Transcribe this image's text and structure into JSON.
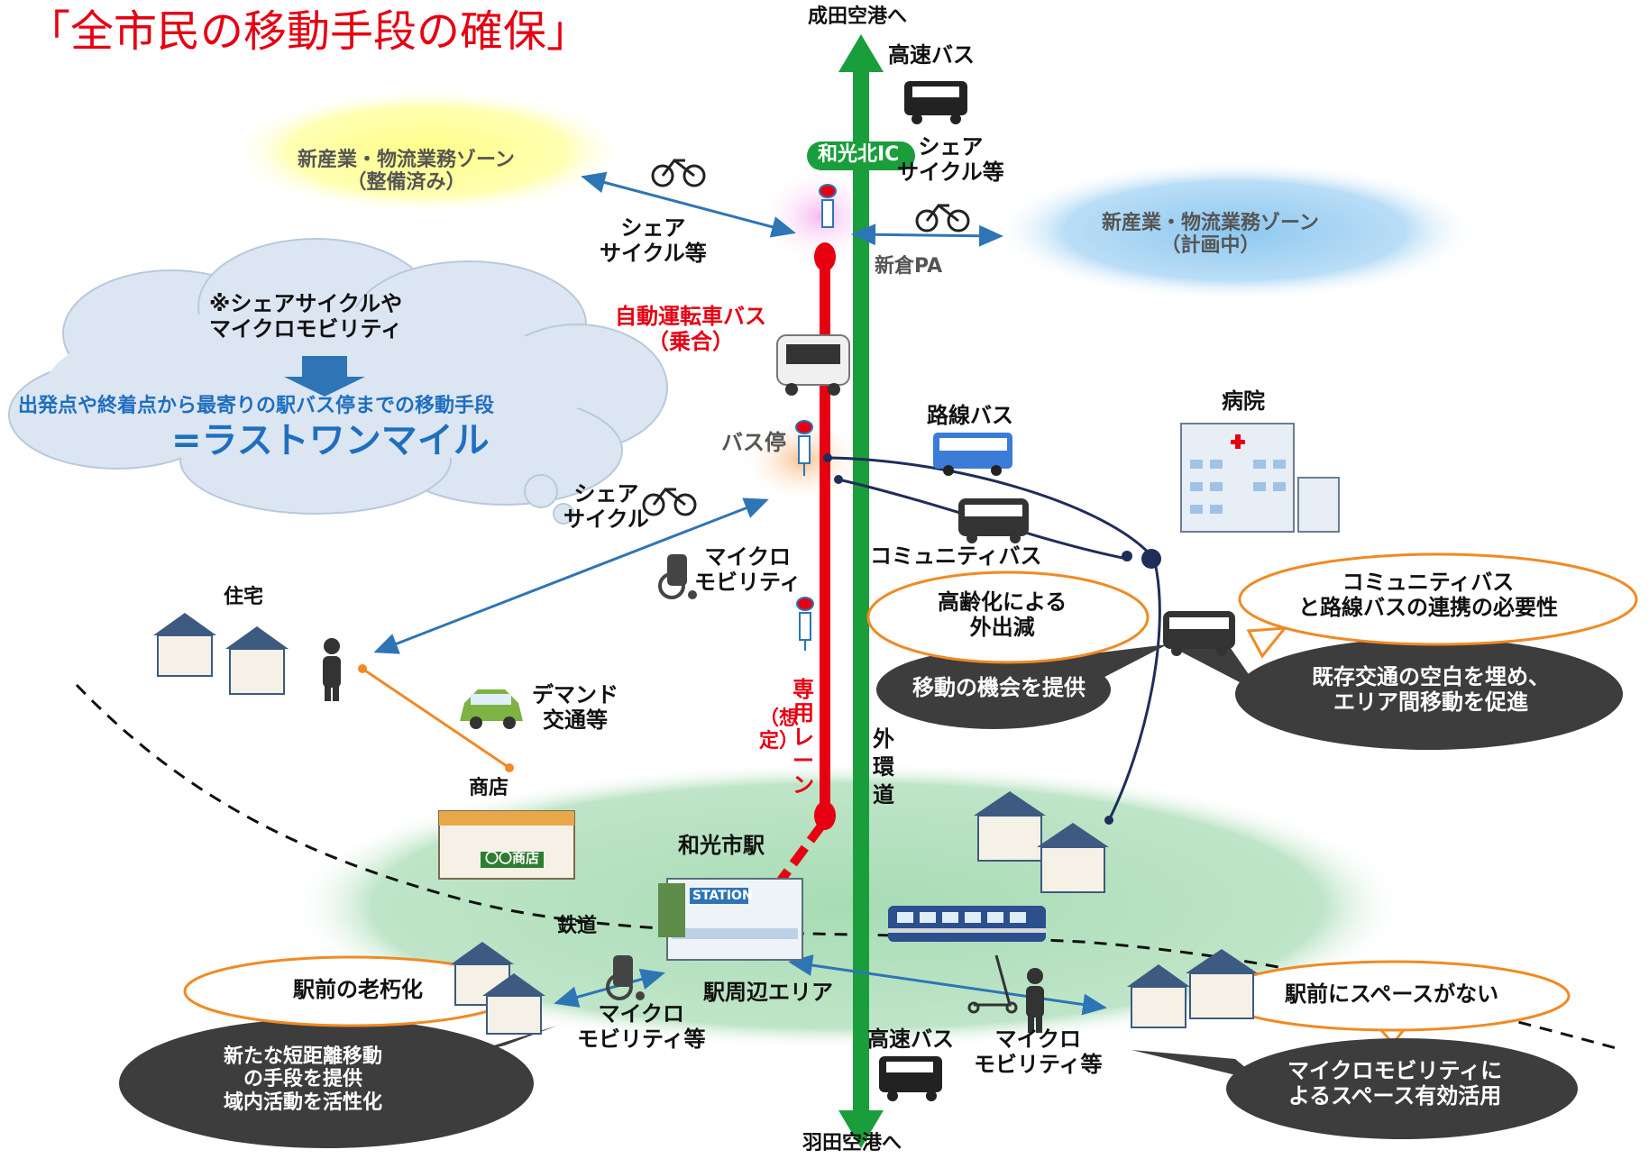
{
  "title": "「全市民の移動手段の確保」",
  "airports": {
    "north": "成田空港へ",
    "south": "羽田空港へ"
  },
  "road_labels": {
    "ic": "和光北IC",
    "pa": "新倉PA",
    "outer_ring_lines": [
      "外",
      "環",
      "道"
    ],
    "railway": "鉄道"
  },
  "zones": {
    "left": {
      "line1": "新産業・物流業務ゾーン",
      "line2": "（整備済み）"
    },
    "right": {
      "line1": "新産業・物流業務ゾーン",
      "line2": "（計画中）"
    }
  },
  "transport": {
    "highway_bus_top": "高速バス",
    "highway_bus_bottom": "高速バス",
    "share_cycle_right": [
      "シェア",
      "サイクル等"
    ],
    "share_cycle_left": [
      "シェア",
      "サイクル等"
    ],
    "share_cycle_mid": [
      "シェア",
      "サイクル"
    ],
    "autonomous_bus": [
      "自動運転車バス",
      "（乗合）"
    ],
    "bus_stop": "バス停",
    "route_bus": "路線バス",
    "community_bus": "コミュニティバス",
    "micro_mid": [
      "マイクロ",
      "モビリティ"
    ],
    "demand": [
      "デマンド",
      "交通等"
    ],
    "micro_left": [
      "マイクロ",
      "モビリティ等"
    ],
    "micro_right": [
      "マイクロ",
      "モビリティ等"
    ],
    "dedicated_lane": [
      "専用",
      "レーン"
    ],
    "dedicated_lane_note": [
      "（想",
      "定）"
    ]
  },
  "places": {
    "hospital": "病院",
    "housing": "住宅",
    "shop": "商店",
    "shop_sign": "〇〇商店",
    "station": "和光市駅",
    "station_sign": "STATION",
    "station_area": "駅周辺エリア"
  },
  "cloud": {
    "note1": "※シェアサイクルや",
    "note2": "マイクロモビリティ",
    "desc": "出発点や終着点から最寄りの駅バス停までの移動手段",
    "highlight": "=ラストワンマイル"
  },
  "callouts": {
    "aging": {
      "issue": [
        "高齢化による",
        "外出減"
      ],
      "solution": "移動の機会を提供"
    },
    "coordination": {
      "issue": [
        "コミュニティバス",
        "と路線バスの連携の必要性"
      ],
      "solution": [
        "既存交通の空白を埋め、",
        "エリア間移動を促進"
      ]
    },
    "station_aging": {
      "issue": "駅前の老朽化",
      "solution": [
        "新たな短距離移動",
        "の手段を提供",
        "域内活動を活性化"
      ]
    },
    "station_space": {
      "issue": "駅前にスペースがない",
      "solution": [
        "マイクロモビリティに",
        "よるスペース有効活用"
      ]
    }
  },
  "colors": {
    "title": "#e60012",
    "highway": "#1a9e3c",
    "lane": "#e60012",
    "cloud_text": "#1f6fc0",
    "callout_dark": "#3d3d3d",
    "callout_border": "#f08a24",
    "route_line": "#1f2d5a"
  }
}
